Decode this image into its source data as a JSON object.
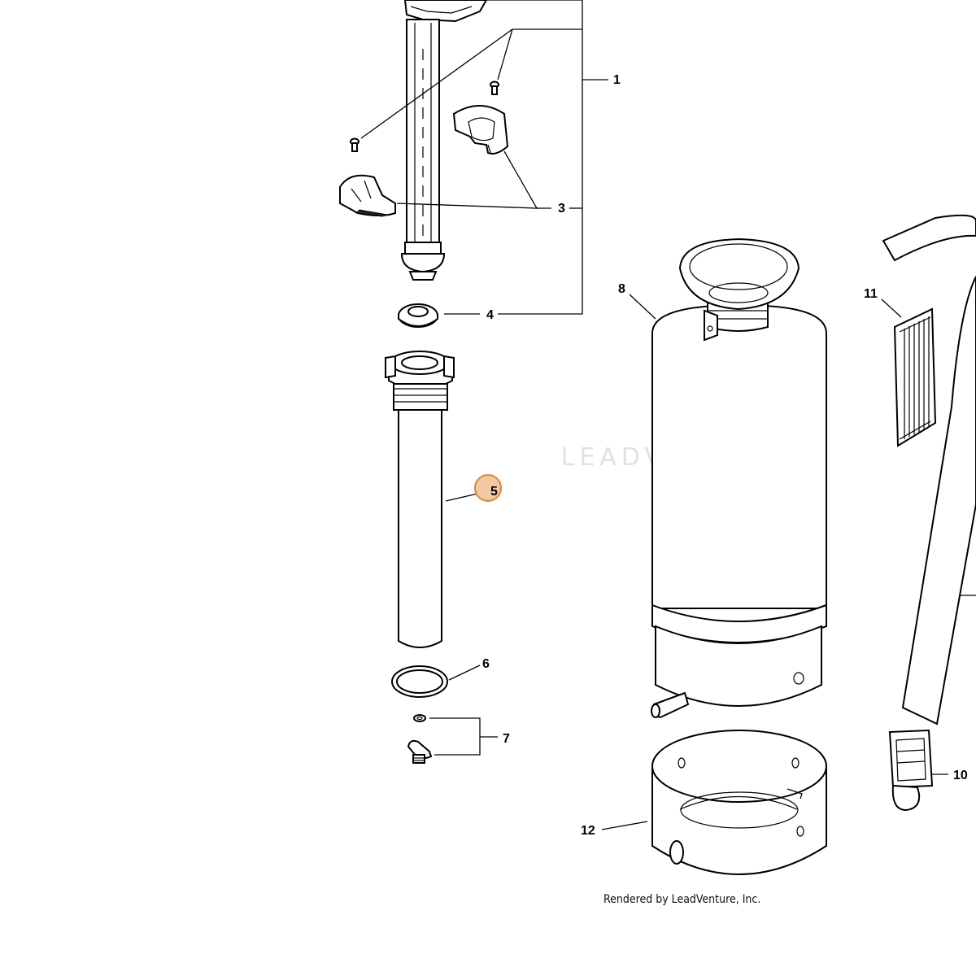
{
  "watermark": {
    "brand_text": "LEADVENTURE"
  },
  "footer": {
    "rendered_by": "Rendered by LeadVenture, Inc."
  },
  "callouts": {
    "c1": "1",
    "c3": "3",
    "c4": "4",
    "c5": "5",
    "c6": "6",
    "c7": "7",
    "c8": "8",
    "c10": "10",
    "c11": "11",
    "c12": "12"
  },
  "colors": {
    "highlight_fill": "#f3c9a3",
    "highlight_stroke": "#d9843a",
    "watermark": "#e1e1e1"
  }
}
